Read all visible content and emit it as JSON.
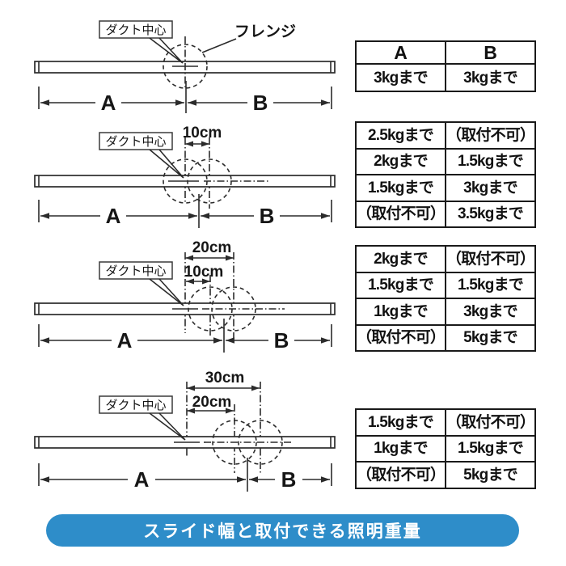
{
  "title_banner": {
    "label": "スライド幅と取付できる照明重量",
    "bg_color": "#2e8dc9",
    "text_color": "#ffffff"
  },
  "diagrams": [
    {
      "name": "slide-0cm",
      "duct_center_label": "ダクト中心",
      "flange_label": "フレンジ",
      "dim_a": "A",
      "dim_b": "B"
    },
    {
      "name": "slide-10cm",
      "duct_center_label": "ダクト中心",
      "offsets": [
        "10cm"
      ],
      "dim_a": "A",
      "dim_b": "B"
    },
    {
      "name": "slide-20cm",
      "duct_center_label": "ダクト中心",
      "offsets": [
        "20cm",
        "10cm"
      ],
      "dim_a": "A",
      "dim_b": "B"
    },
    {
      "name": "slide-30cm",
      "duct_center_label": "ダクト中心",
      "offsets": [
        "30cm",
        "20cm"
      ],
      "dim_a": "A",
      "dim_b": "B"
    }
  ],
  "tables": [
    {
      "header": [
        "A",
        "B"
      ],
      "rows": [
        [
          "3kgまで",
          "3kgまで"
        ]
      ]
    },
    {
      "rows": [
        [
          "2.5kgまで",
          "（取付不可）"
        ],
        [
          "2kgまで",
          "1.5kgまで"
        ],
        [
          "1.5kgまで",
          "3kgまで"
        ],
        [
          "（取付不可）",
          "3.5kgまで"
        ]
      ]
    },
    {
      "rows": [
        [
          "2kgまで",
          "（取付不可）"
        ],
        [
          "1.5kgまで",
          "1.5kgまで"
        ],
        [
          "1kgまで",
          "3kgまで"
        ],
        [
          "（取付不可）",
          "5kgまで"
        ]
      ]
    },
    {
      "rows": [
        [
          "1.5kgまで",
          "（取付不可）"
        ],
        [
          "1kgまで",
          "1.5kgまで"
        ],
        [
          "（取付不可）",
          "5kgまで"
        ]
      ]
    }
  ]
}
